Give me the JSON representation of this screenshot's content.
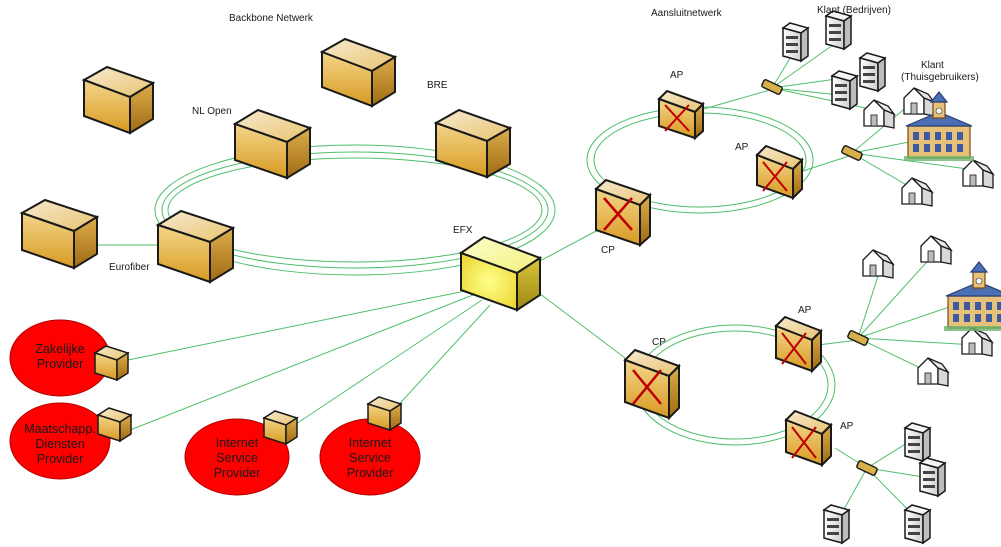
{
  "labels": {
    "backbone": "Backbone Netwerk",
    "aansluit": "Aansluitnetwerk",
    "klant_bedrijven": "Klant (Bedrijven)",
    "klant_thuis_1": "Klant",
    "klant_thuis_2": "(Thuisgebruikers)",
    "nl_open": "NL Open",
    "bre": "BRE",
    "eurofiber": "Eurofiber",
    "efx": "EFX",
    "cp_top": "CP",
    "cp_bottom": "CP",
    "ap1": "AP",
    "ap2": "AP",
    "ap3": "AP",
    "ap4": "AP"
  },
  "providers": [
    {
      "lines": [
        "Zakelijke",
        "Provider"
      ]
    },
    {
      "lines": [
        "Maatschapp.",
        "Diensten",
        "Provider"
      ]
    },
    {
      "lines": [
        "Internet",
        "Service",
        "Provider"
      ]
    },
    {
      "lines": [
        "Internet",
        "Service",
        "Provider"
      ]
    }
  ],
  "colors": {
    "link": "#4fbf6b",
    "provider": "#ff0000",
    "box_top": "#f3dfa6",
    "box_front": "#e7b84a",
    "efx_top": "#fbff9a",
    "efx_front": "#f1ef34"
  },
  "icons": [
    "server-box-icon",
    "router-icon",
    "switch-icon",
    "house-icon",
    "office-building-icon",
    "town-hall-icon"
  ]
}
